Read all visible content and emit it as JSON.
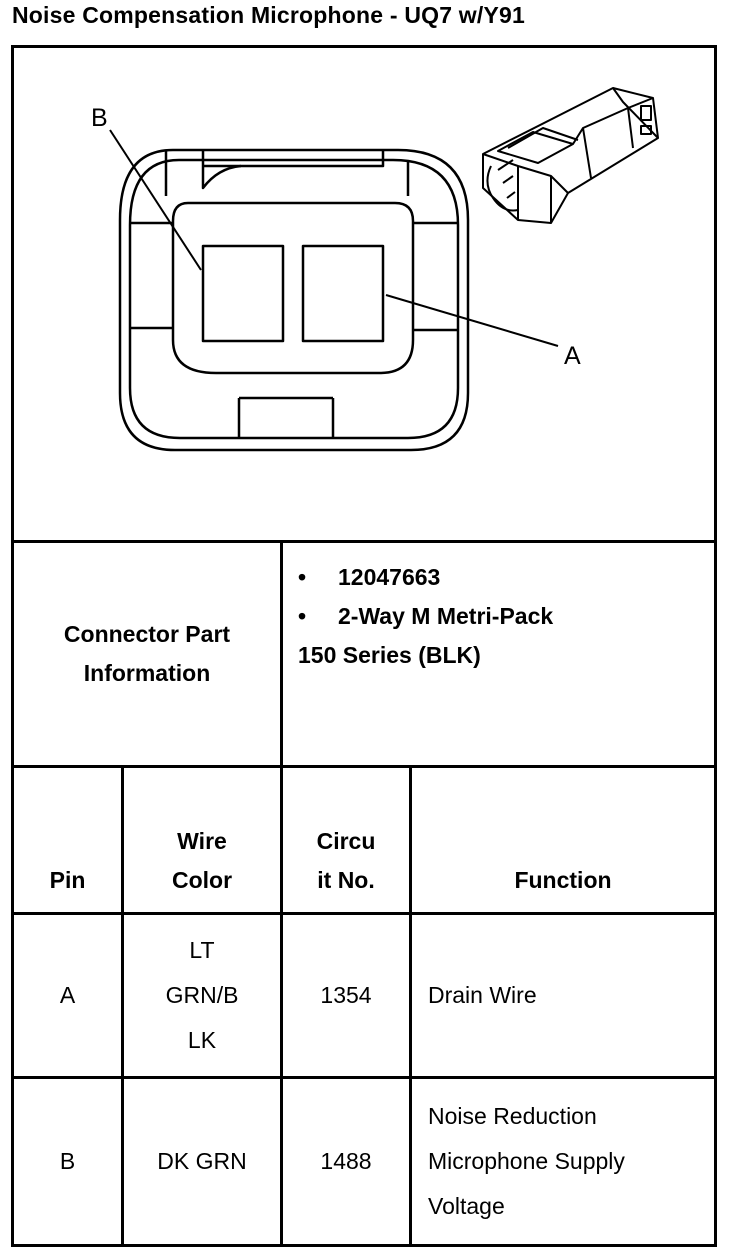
{
  "page": {
    "title": "Noise Compensation Microphone - UQ7 w/Y91"
  },
  "diagram": {
    "label_b": "B",
    "label_a": "A"
  },
  "connector_info": {
    "label_line1": "Connector Part",
    "label_line2": "Information",
    "bullet_char": "•",
    "part_number": "12047663",
    "connector_type": "2-Way M Metri-Pack",
    "series": "150 Series (BLK)"
  },
  "table": {
    "headers": {
      "pin": "Pin",
      "wire_color_line1": "Wire",
      "wire_color_line2": "Color",
      "circuit_line1": "Circu",
      "circuit_line2": "it No.",
      "function": "Function"
    },
    "rows": [
      {
        "pin": "A",
        "wire_color_lines": [
          "LT",
          "GRN/B",
          "LK"
        ],
        "circuit": "1354",
        "function_lines": [
          "Drain Wire"
        ]
      },
      {
        "pin": "B",
        "wire_color_lines": [
          "DK GRN"
        ],
        "circuit": "1488",
        "function_lines": [
          "Noise Reduction",
          "Microphone Supply",
          "Voltage"
        ]
      }
    ]
  }
}
